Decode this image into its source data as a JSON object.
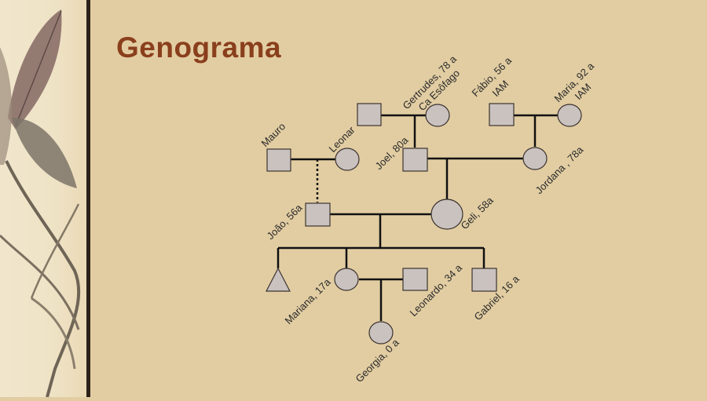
{
  "slide": {
    "title": "Genograma"
  },
  "people": {
    "gertrudes": {
      "line1": "Gertrudes, 78 a",
      "line2": "Ca Esôfago"
    },
    "fabio": {
      "line1": "Fábio, 56 a",
      "line2": "IAM"
    },
    "maria": {
      "line1": "Maria, 92 a",
      "line2": "IAM"
    },
    "mauro": "Mauro",
    "leonar": "Leonar",
    "joel": "Joel, 80a",
    "jordana": "Jordana , 78a",
    "joao": "João, 56a",
    "geli": "Geli, 58a",
    "mariana": "Mariana, 17a",
    "leonardo": "Leonardo, 34 a",
    "gabriel": "Gabriel, 16 a",
    "georgia": "Georgia, 0 a"
  },
  "colors": {
    "background": "#e2cda2",
    "title": "#8a3f1c",
    "node_fill": "#cac2be",
    "divider": "#2b2117"
  }
}
